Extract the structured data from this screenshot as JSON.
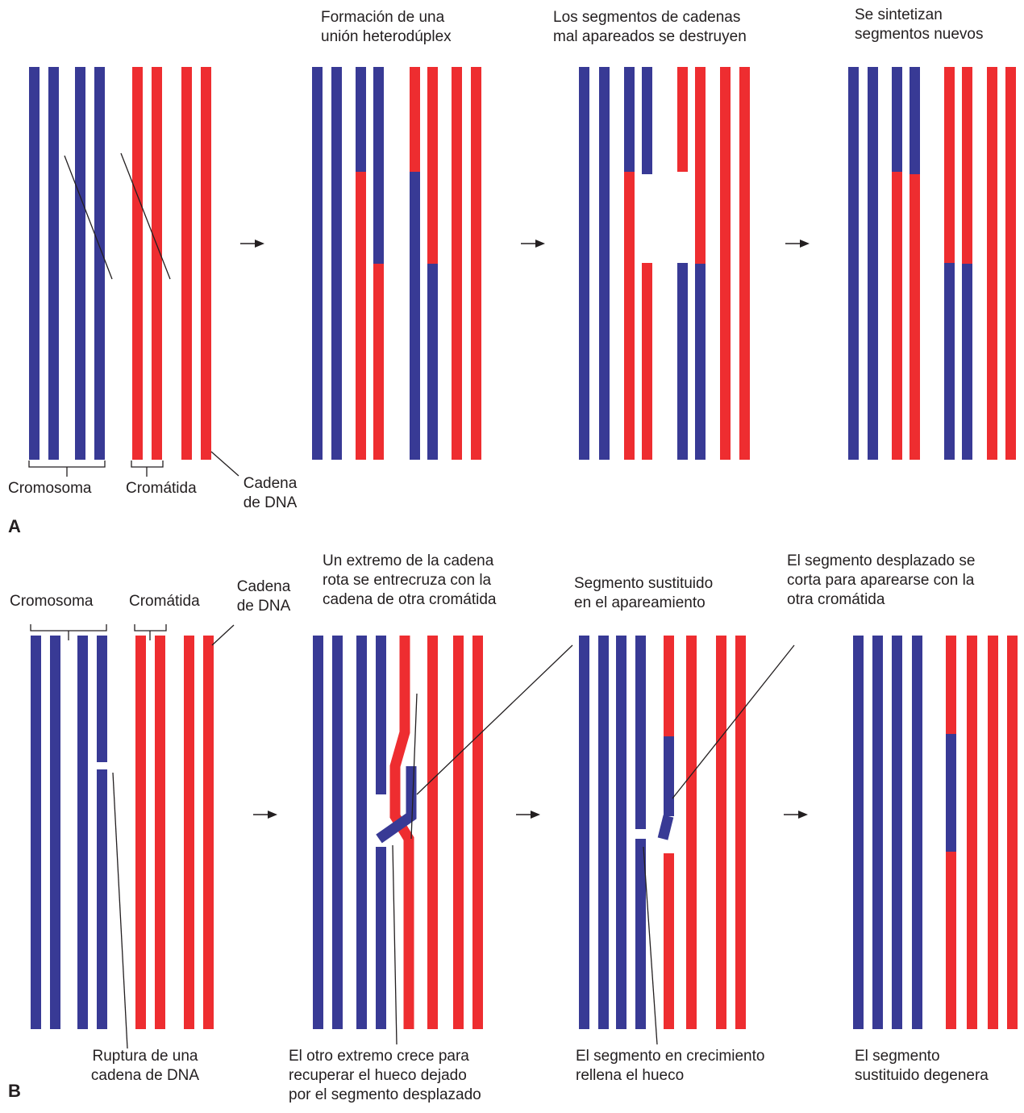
{
  "colors": {
    "blue": "#383a95",
    "red": "#ee2d30",
    "ink": "#231f20"
  },
  "panel_a": {
    "letter": "A",
    "step_labels": [
      "Formación de una\nunión heterodúplex",
      "Los segmentos de cadenas\nmal apareados se destruyen",
      "Se sintetizan\nsegmentos nuevos"
    ],
    "cromosoma": "Cromosoma",
    "cromatida": "Cromátida",
    "cadena": "Cadena\nde DNA"
  },
  "panel_b": {
    "letter": "B",
    "cromosoma": "Cromosoma",
    "cromatida": "Cromátida",
    "cadena": "Cadena\nde DNA",
    "top_left": "Un extremo de la cadena\nrota se entrecruza con la\ncadena de otra cromátida",
    "top_mid": "Segmento sustituido\nen el apareamiento",
    "top_right": "El segmento desplazado se\ncorta para aparearse con la\notra cromátida",
    "ruptura": "Ruptura de una\ncadena de DNA",
    "otro_extremo": "El otro extremo crece para\nrecuperar el hueco dejado\npor el segmento desplazado",
    "crecimiento": "El segmento en crecimiento\nrellena el hueco",
    "degenera": "El segmento\nsustituido degenera"
  },
  "arrow_glyph": "→"
}
